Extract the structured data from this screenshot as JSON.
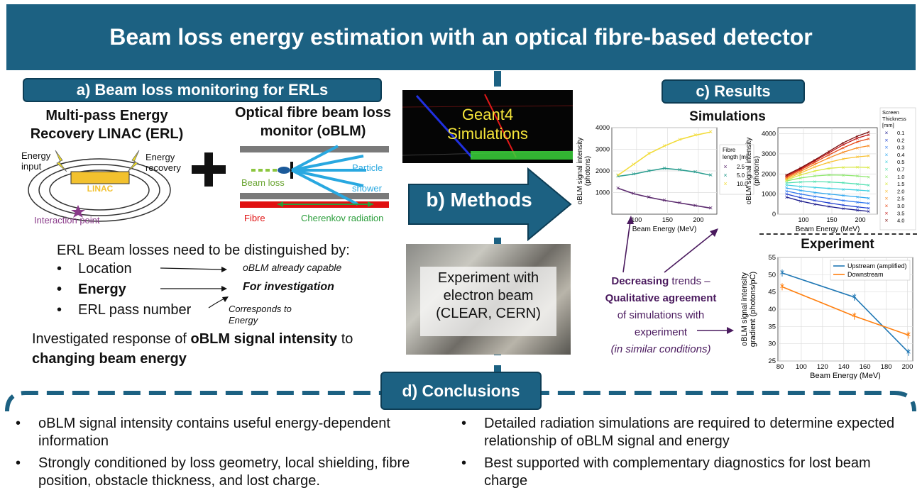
{
  "title": "Beam loss energy estimation with an optical fibre-based detector",
  "section_a": {
    "label": "a) Beam loss monitoring for ERLs",
    "erl_title": "Multi-pass Energy Recovery LINAC (ERL)",
    "energy_input": "Energy input",
    "energy_recovery": "Energy recovery",
    "linac": "LINAC",
    "interaction_point": "Interaction point",
    "oblm_title": "Optical fibre beam loss monitor (oBLM)",
    "beam_loss": "Beam loss",
    "particle_shower": "Particle shower",
    "fibre": "Fibre",
    "cherenkov": "Cherenkov radiation",
    "distinguish": "ERL Beam losses need to be distinguished by:",
    "items": [
      {
        "label": "Location",
        "note": "oBLM already capable"
      },
      {
        "label": "Energy",
        "note": "For investigation"
      },
      {
        "label": "ERL pass number",
        "note": "Corresponds to Energy"
      }
    ],
    "investigated_1": "Investigated response of ",
    "investigated_bold_1": "oBLM signal intensity",
    "investigated_2": " to",
    "investigated_bold_2": "changing beam energy"
  },
  "section_b": {
    "label": "b) Methods",
    "geant4": "Geant4 Simulations",
    "experiment": "Experiment with electron beam (CLEAR, CERN)"
  },
  "section_c": {
    "label": "c) Results",
    "simulations": "Simulations",
    "experiment": "Experiment",
    "note_bold_1": "Decreasing",
    "note_1": " trends –",
    "note_bold_2": "Qualitative agreement",
    "note_2": "of simulations with",
    "note_3": "experiment",
    "note_4": "(in similar conditions)"
  },
  "section_d": {
    "label": "d) Conclusions",
    "left": [
      "oBLM signal intensity contains useful energy-dependent information",
      "Strongly conditioned by loss geometry, local shielding, fibre position, obstacle thickness, and lost charge."
    ],
    "right": [
      "Detailed radiation simulations are required to determine expected relationship of oBLM signal and energy",
      "Best supported with complementary diagnostics for lost beam charge"
    ]
  },
  "chart_data": [
    {
      "type": "line",
      "xlabel": "Beam Energy (MeV)",
      "ylabel": "oBLM signal intensity (photons)",
      "xlim": [
        60,
        230
      ],
      "ylim": [
        0,
        4000
      ],
      "xticks": [
        100,
        150,
        200
      ],
      "yticks": [
        1000,
        2000,
        3000,
        4000
      ],
      "legend_title": "Fibre length [m]",
      "grid": true,
      "series": [
        {
          "name": "2.5",
          "color": "#5b2a6e",
          "x": [
            70,
            95,
            120,
            145,
            170,
            195,
            220
          ],
          "y": [
            1200,
            950,
            780,
            640,
            520,
            400,
            280
          ]
        },
        {
          "name": "5.0",
          "color": "#2a9d8f",
          "x": [
            70,
            95,
            120,
            145,
            170,
            195,
            220
          ],
          "y": [
            1750,
            1850,
            2000,
            2120,
            2050,
            1950,
            1800
          ]
        },
        {
          "name": "10.0",
          "color": "#f2dc3a",
          "x": [
            70,
            95,
            120,
            145,
            170,
            195,
            220
          ],
          "y": [
            1800,
            2300,
            2800,
            3150,
            3450,
            3650,
            3800
          ]
        }
      ]
    },
    {
      "type": "line",
      "xlabel": "Beam Energy (MeV)",
      "ylabel": "oBLM signal intensity (photons)",
      "xlim": [
        55,
        230
      ],
      "ylim": [
        0,
        4300
      ],
      "xticks": [
        100,
        150,
        200
      ],
      "yticks": [
        0,
        1000,
        2000,
        3000,
        4000
      ],
      "legend_title": "Screen Thickness [mm]",
      "grid": true,
      "x": [
        70,
        95,
        120,
        145,
        170,
        195,
        215
      ],
      "series": [
        {
          "name": "0.1",
          "color": "#1a1a8c",
          "y": [
            850,
            650,
            500,
            380,
            280,
            200,
            140
          ]
        },
        {
          "name": "0.2",
          "color": "#2040d0",
          "y": [
            1000,
            820,
            680,
            560,
            450,
            360,
            300
          ]
        },
        {
          "name": "0.3",
          "color": "#3078f0",
          "y": [
            1150,
            1000,
            880,
            780,
            680,
            600,
            540
          ]
        },
        {
          "name": "0.4",
          "color": "#30a8f0",
          "y": [
            1300,
            1180,
            1080,
            1000,
            930,
            860,
            800
          ]
        },
        {
          "name": "0.5",
          "color": "#40d0e0",
          "y": [
            1450,
            1380,
            1330,
            1280,
            1240,
            1200,
            1160
          ]
        },
        {
          "name": "0.7",
          "color": "#50e0b0",
          "y": [
            1550,
            1600,
            1620,
            1600,
            1560,
            1500,
            1440
          ]
        },
        {
          "name": "1.0",
          "color": "#90e870",
          "y": [
            1650,
            1800,
            1900,
            1950,
            1940,
            1900,
            1850
          ]
        },
        {
          "name": "1.5",
          "color": "#d8e840",
          "y": [
            1700,
            1950,
            2150,
            2280,
            2330,
            2340,
            2320
          ]
        },
        {
          "name": "2.0",
          "color": "#f8c030",
          "y": [
            1750,
            2050,
            2350,
            2580,
            2750,
            2850,
            2900
          ]
        },
        {
          "name": "2.5",
          "color": "#f88a20",
          "y": [
            1800,
            2130,
            2480,
            2800,
            3080,
            3300,
            3400
          ]
        },
        {
          "name": "3.0",
          "color": "#e84a18",
          "y": [
            1850,
            2200,
            2580,
            2950,
            3300,
            3600,
            3750
          ]
        },
        {
          "name": "3.5",
          "color": "#c01818",
          "y": [
            1900,
            2250,
            2650,
            3050,
            3450,
            3780,
            3950
          ]
        },
        {
          "name": "4.0",
          "color": "#7a0a0a",
          "y": [
            1950,
            2300,
            2700,
            3120,
            3550,
            3880,
            4080
          ]
        }
      ]
    },
    {
      "type": "line",
      "xlabel": "Beam Energy (MeV)",
      "ylabel": "oBLM signal intensity gradient (photons/pC)",
      "xlim": [
        78,
        205
      ],
      "ylim": [
        25,
        55
      ],
      "xticks": [
        80,
        100,
        120,
        140,
        160,
        180,
        200
      ],
      "yticks": [
        25,
        30,
        35,
        40,
        45,
        50,
        55
      ],
      "legend": "top-right",
      "grid": true,
      "series": [
        {
          "name": "Upstream (amplified)",
          "color": "#1f77b4",
          "x": [
            82,
            150,
            201
          ],
          "y": [
            50.5,
            43.5,
            27.5
          ]
        },
        {
          "name": "Downstream",
          "color": "#ff7f0e",
          "x": [
            82,
            150,
            201
          ],
          "y": [
            46.5,
            38.0,
            32.5
          ]
        }
      ]
    }
  ]
}
